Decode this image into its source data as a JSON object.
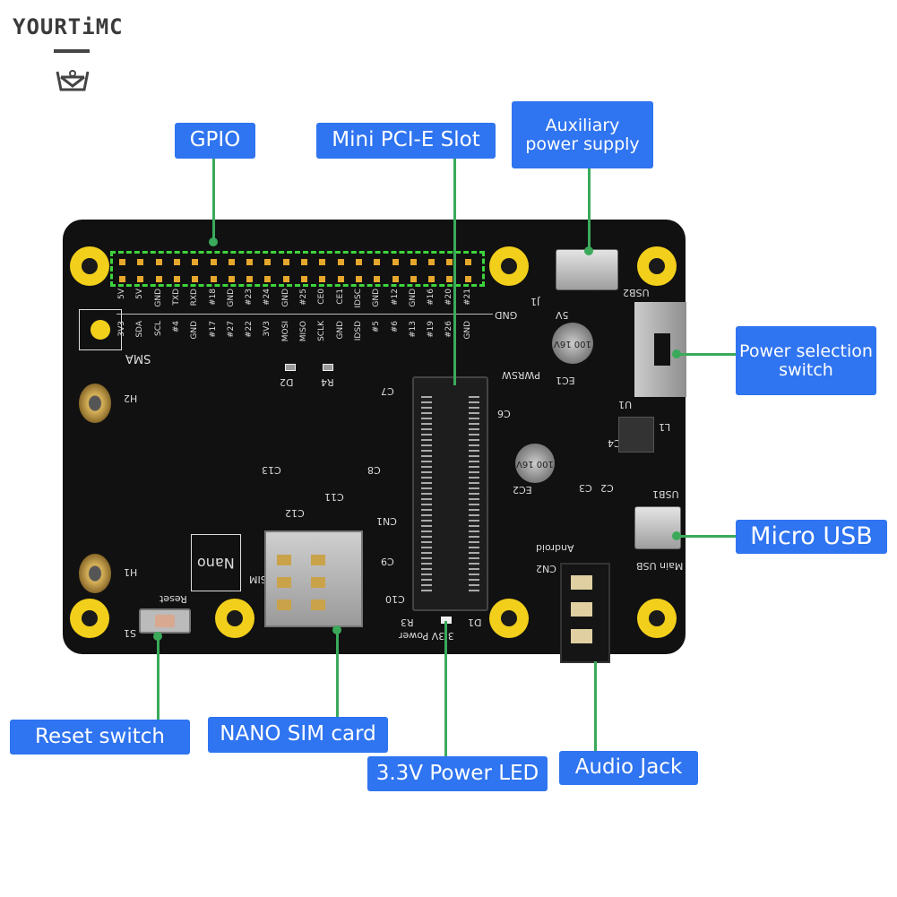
{
  "brand": {
    "name": "YOURTiMC"
  },
  "colors": {
    "label_bg": "#2f74f0",
    "leader": "#3aaa5a",
    "board": "#111111",
    "mounting_hole": "#f2cf1b"
  },
  "callouts": {
    "gpio": "GPIO",
    "pcie": "Mini PCI-E Slot",
    "aux_power": "Auxiliary power supply",
    "power_switch": "Power selection switch",
    "micro_usb": "Micro USB",
    "reset": "Reset switch",
    "sim": "NANO SIM card",
    "led": "3.3V Power LED",
    "audio": "Audio Jack"
  },
  "pins": {
    "top_row": [
      "5V",
      "5V",
      "GND",
      "TXD",
      "RXD",
      "#18",
      "GND",
      "#23",
      "#24",
      "GND",
      "#25",
      "CE0",
      "CE1",
      "IDSC",
      "GND",
      "#12",
      "GND",
      "#16",
      "#20",
      "#21"
    ],
    "bottom_row": [
      "3V3",
      "SDA",
      "SCL",
      "#4",
      "GND",
      "#17",
      "#27",
      "#22",
      "3V3",
      "MOSI",
      "MISO",
      "SCLK",
      "GND",
      "IDSD",
      "#5",
      "#6",
      "#13",
      "#19",
      "#26",
      "GND"
    ]
  },
  "silkscreen": {
    "sma": "SMA",
    "h1": "H1",
    "h2": "H2",
    "reset": "Reset",
    "s1": "S1",
    "sim": "SIM",
    "nano": "Nano",
    "cn1": "CN1",
    "cn2": "CN2",
    "usb1": "USB1",
    "usb2": "USB2",
    "android": "Android",
    "main_usb": "Main USB",
    "d1": "D1",
    "r3": "R3",
    "power_led": "3.3V Power",
    "j1": "J1",
    "gnd": "GND",
    "v5": "5V",
    "pwrsw": "PWRSW",
    "c7": "C7",
    "c8": "C8",
    "c9": "C9",
    "c10": "C10",
    "c11": "C11",
    "c12": "C12",
    "c13": "C13",
    "c6": "C6",
    "c4": "C4",
    "c3": "C3",
    "c2": "C2",
    "l1": "L1",
    "u1": "U1",
    "ec1": "EC1",
    "ec2": "EC2",
    "d2": "D2",
    "r4": "R4",
    "cap1": "100 16V",
    "cap2": "100 16V"
  }
}
